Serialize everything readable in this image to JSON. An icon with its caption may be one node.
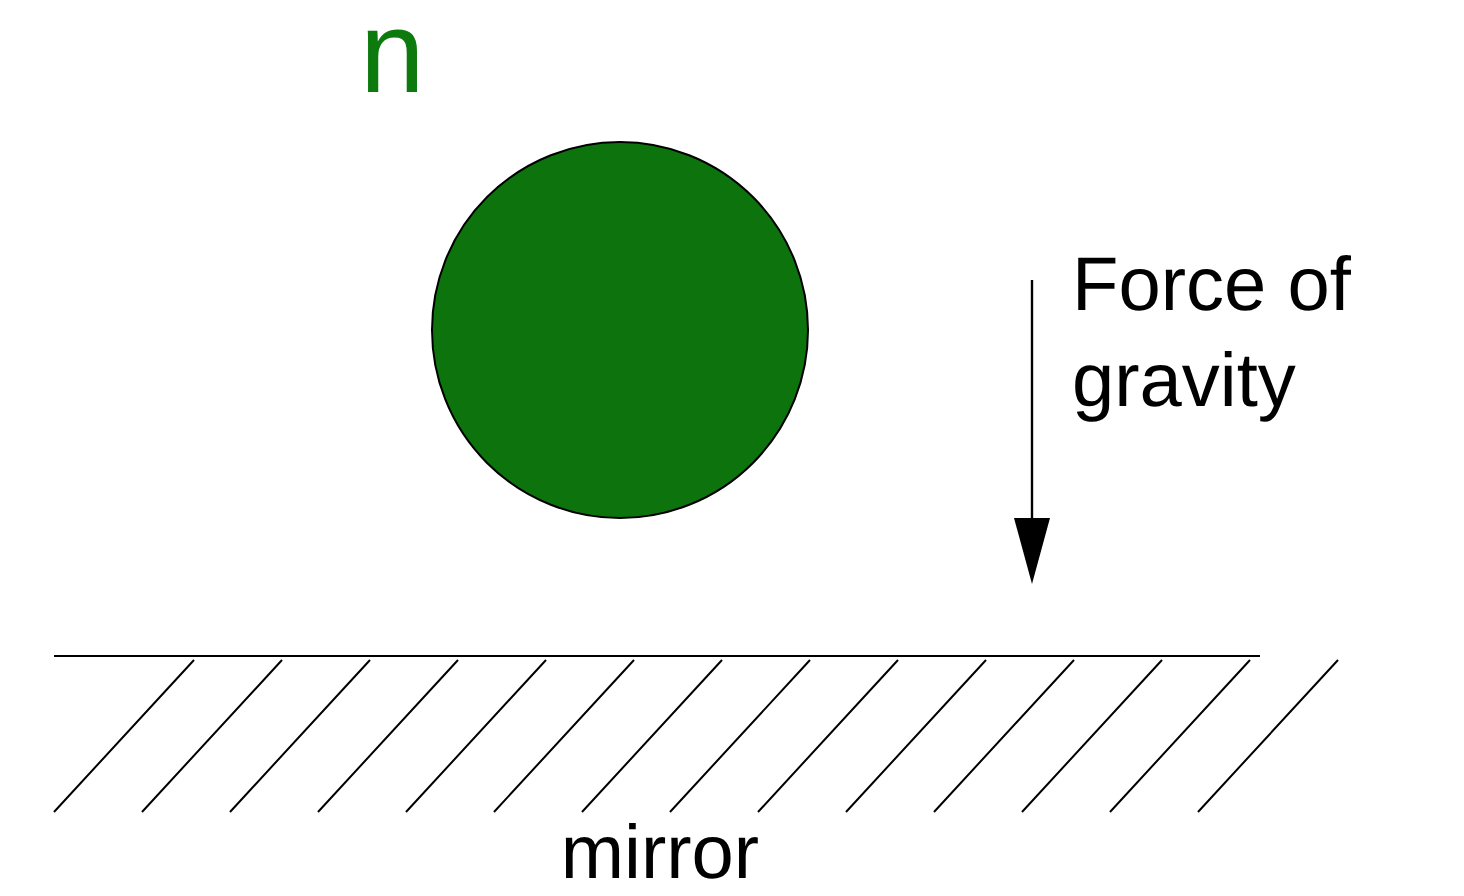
{
  "diagram": {
    "nodes": [
      {
        "text": [
          "n"
        ]
      },
      {
        "text": [
          "mirror"
        ]
      }
    ],
    "labels": [
      "Force of gravity"
    ]
  }
}
